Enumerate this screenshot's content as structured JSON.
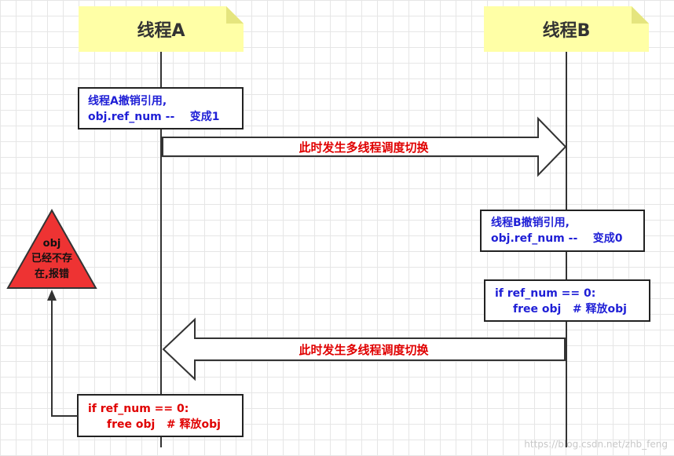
{
  "thread_a": {
    "title": "线程A"
  },
  "thread_b": {
    "title": "线程B"
  },
  "note_a": {
    "line1": "线程A撤销引用,",
    "line2": "obj.ref_num --    变成1"
  },
  "switch_arrow_1": {
    "label": "此时发生多线程调度切换"
  },
  "note_b": {
    "line1": "线程B撤销引用,",
    "line2": "obj.ref_num --    变成0"
  },
  "note_b_code": {
    "line1": "if ref_num == 0:",
    "line2": "free obj   # 释放obj"
  },
  "switch_arrow_2": {
    "label": "此时发生多线程调度切换"
  },
  "note_a_code": {
    "line1": "if ref_num == 0:",
    "line2": "free obj   # 释放obj"
  },
  "error_triangle": {
    "line1": "obj",
    "line2": "已经不存",
    "line3": "在,报错"
  },
  "watermark": "https://blog.csdn.net/zhb_feng",
  "colors": {
    "note_yellow": "#ffffa6",
    "text_blue": "#1f1fd6",
    "text_red": "#e00000",
    "error_red": "#ee3333"
  }
}
